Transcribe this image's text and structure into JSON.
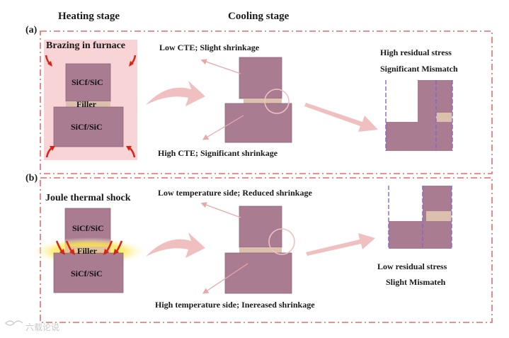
{
  "headers": {
    "heating": "Heating stage",
    "cooling": "Cooling stage"
  },
  "panel_a": {
    "tag": "(a)",
    "title": "Brazing in furnace",
    "block_top": "SiCf/SiC",
    "filler": "Filler",
    "block_bottom": "SiCf/SiC",
    "cool_top_note": "Low CTE; Slight shrinkage",
    "cool_bottom_note": "High CTE; Significant shrinkage",
    "result_line1": "High residual stress",
    "result_line2": "Significant Mismatch"
  },
  "panel_b": {
    "tag": "(b)",
    "title": "Joule thermal shock",
    "block_top": "SiCf/SiC",
    "filler": "Filler",
    "block_bottom": "SiCf/SiC",
    "cool_top_note": "Low temperature side; Reduced shrinkage",
    "cool_bottom_note": "High temperature side; Inereased shrinkage",
    "result_line1": "Low residual stress",
    "result_line2": "Slight Mismateh"
  },
  "watermark": "六载论说",
  "colors": {
    "block": "#a97c92",
    "block_edge": "#8f6679",
    "filler": "#dcc0ae",
    "furnace": "#f8d4d6",
    "arrow": "#f0c0c0",
    "frame": "#e56a6a",
    "heat_arrow": "#d62418",
    "dashed_violet": "#8a63c8"
  }
}
